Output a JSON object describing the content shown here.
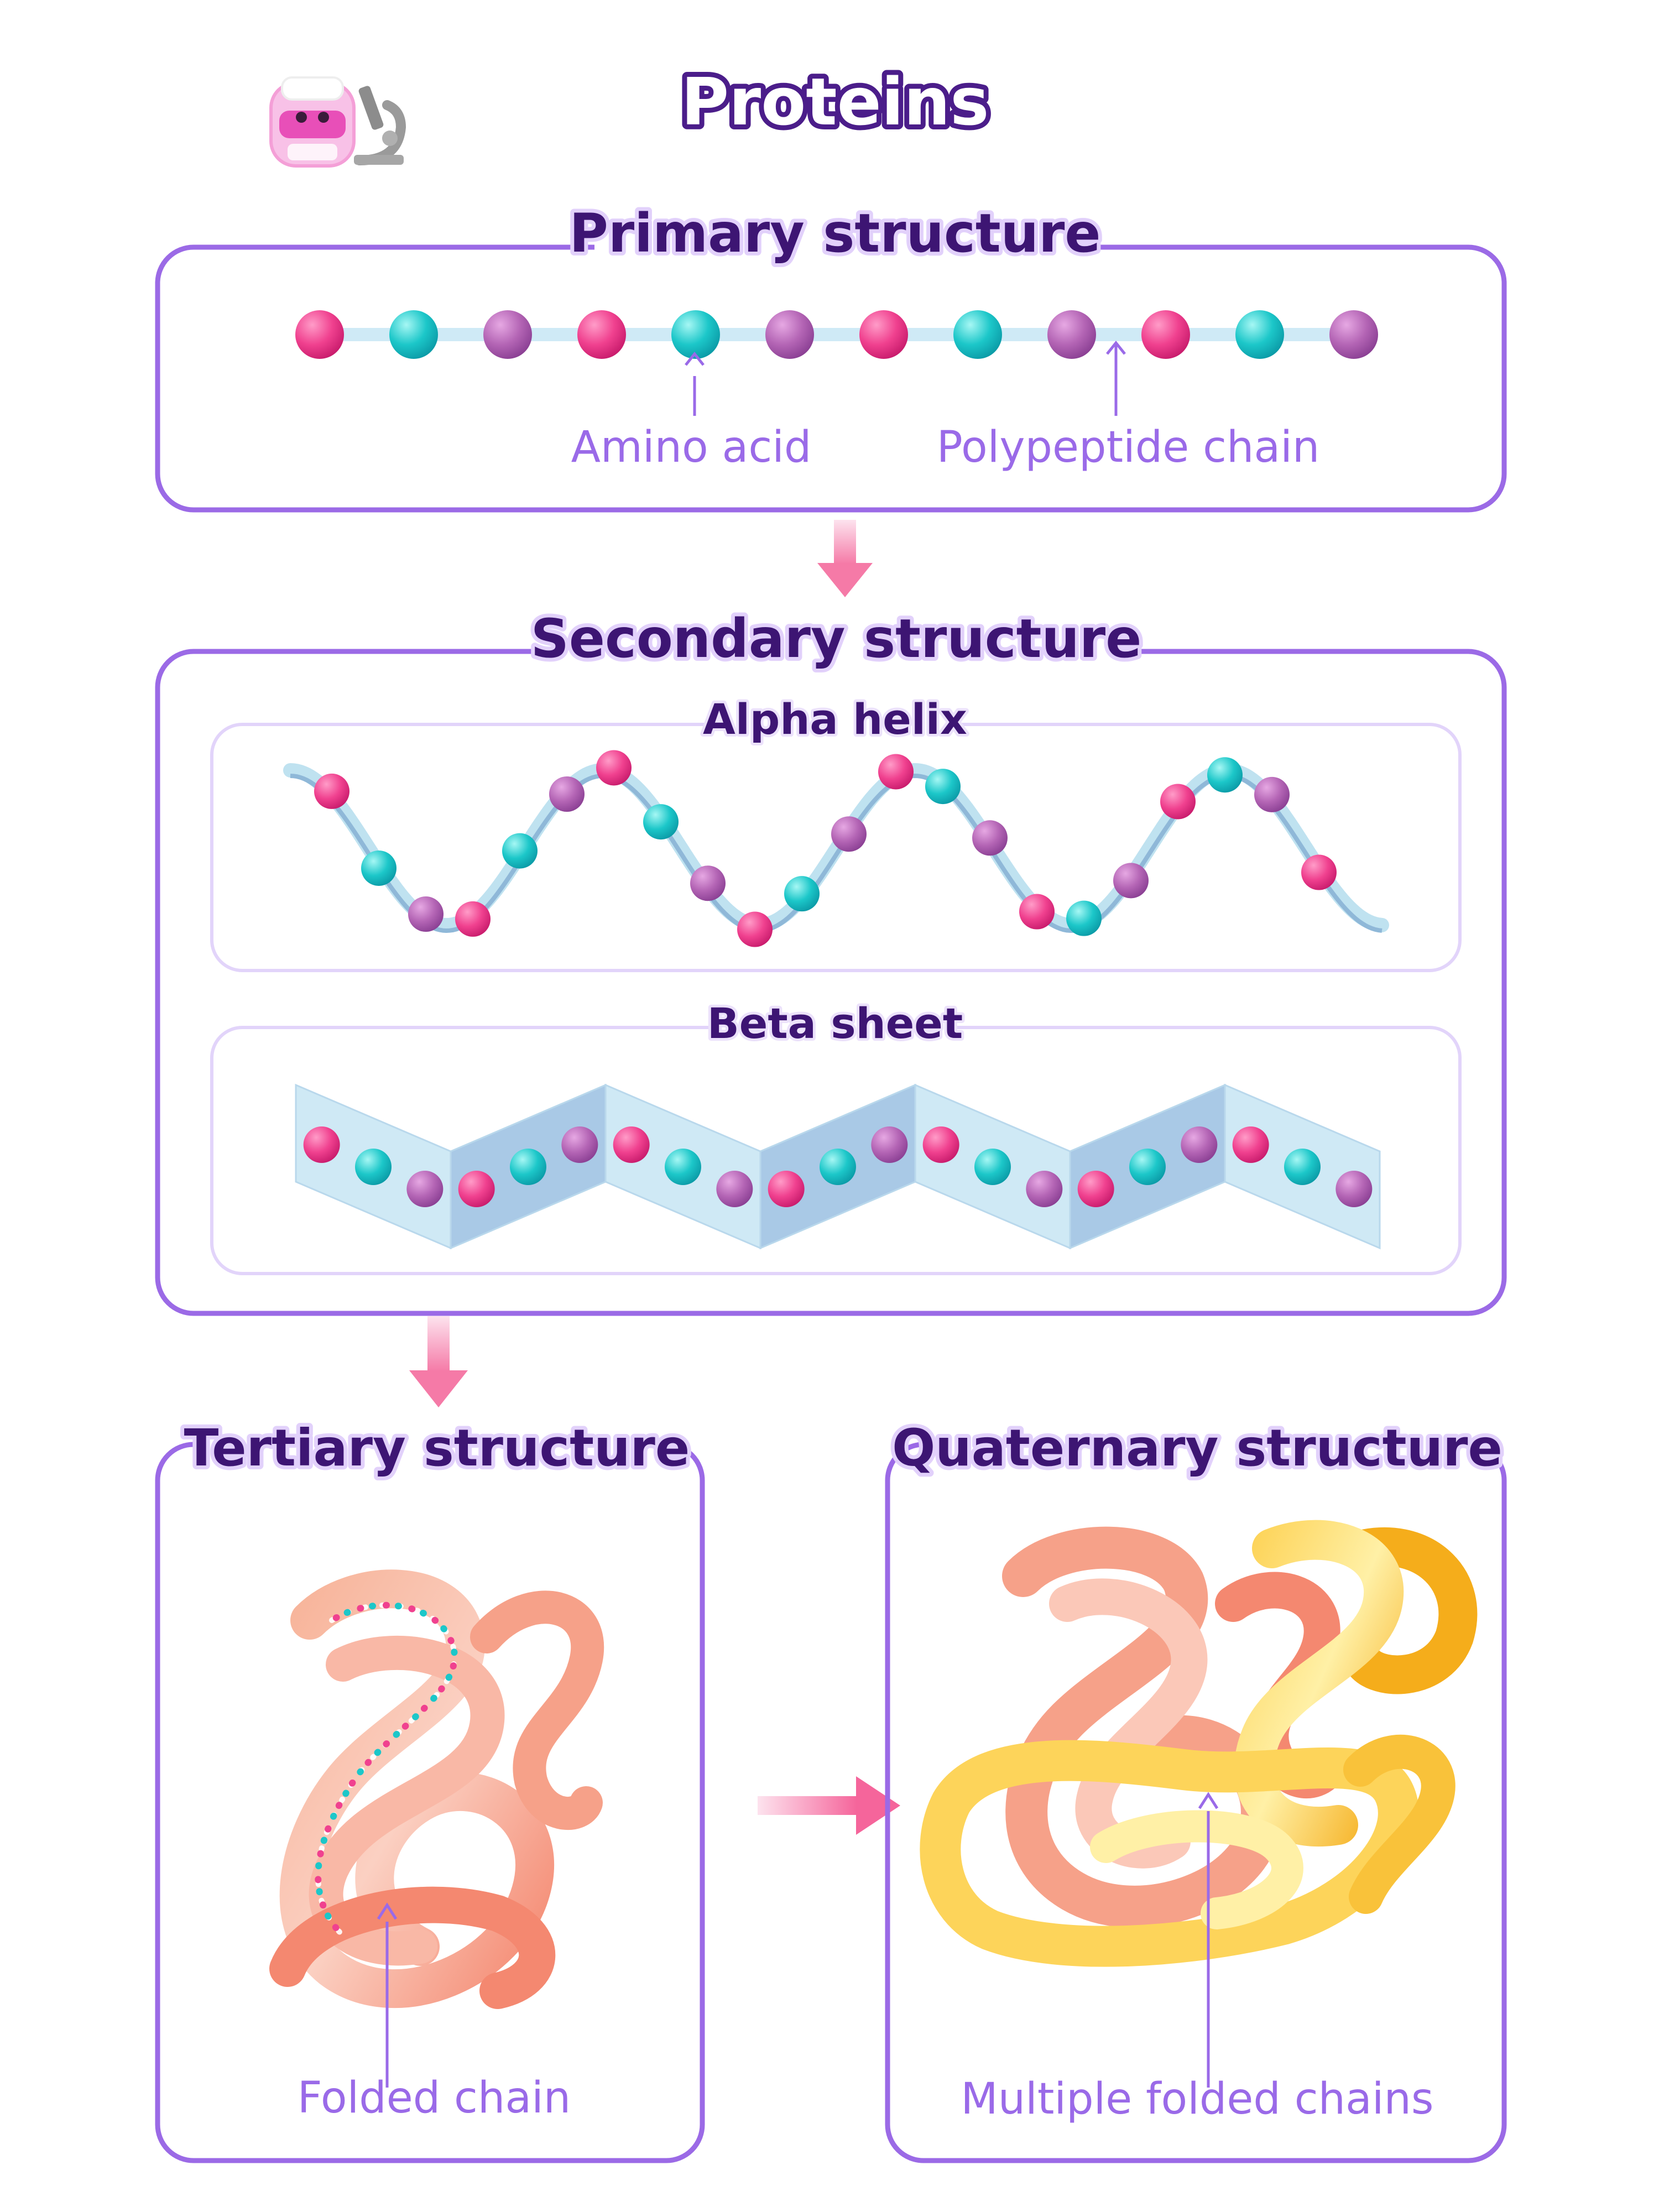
{
  "title": "Proteins",
  "primary": {
    "heading": "Primary structure",
    "amino_acid_label": "Amino acid",
    "chain_label": "Polypeptide chain",
    "bead_colors": [
      "pink",
      "teal",
      "purple",
      "pink",
      "teal",
      "purple",
      "pink",
      "teal",
      "purple",
      "pink",
      "teal",
      "purple"
    ]
  },
  "secondary": {
    "heading": "Secondary structure",
    "alpha_label": "Alpha helix",
    "beta_label": "Beta sheet"
  },
  "tertiary": {
    "heading": "Tertiary structure",
    "label": "Folded chain"
  },
  "quaternary": {
    "heading": "Quaternary structure",
    "label": "Multiple folded chains"
  },
  "colors": {
    "frame": "#9b6ae6",
    "inner_frame": "#e2d4fa",
    "pink": "#f0418f",
    "teal": "#1cc7c9",
    "purple": "#b465b5",
    "backbone": "#cfeaf6",
    "arrow": "#f7a3c2",
    "tertiary_chain": "#f6a189",
    "quaternary_chain_2": "#f9c23a"
  },
  "icons": [
    "mascot-icon",
    "microscope-icon"
  ]
}
